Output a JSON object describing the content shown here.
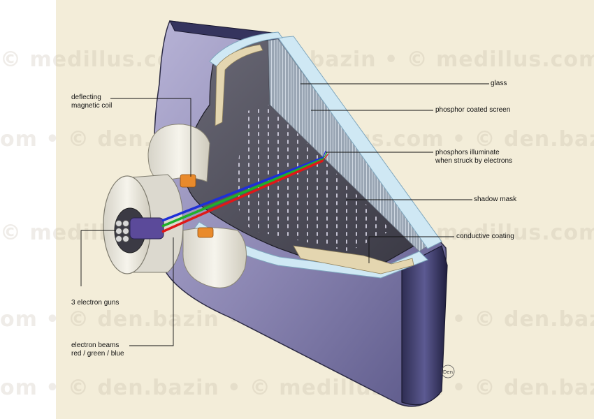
{
  "watermark_rows": [
    "© medillus.com • © den.bazin • © medillus.com",
    "om • © den.bazin • © medillus.com • © den.bazin",
    "© medillus.com • © den.bazin • © medillus.com •",
    "om • © den.bazin • © medillus.com • © den.bazi",
    "om • © den.bazin • © medillus.com • © den.bazin"
  ],
  "labels": {
    "glass": "glass",
    "phosphor_screen": "phosphor coated screen",
    "phosphors_line1": "phosphors illuminate",
    "phosphors_line2": "when struck by electrons",
    "shadow_mask": "shadow mask",
    "conductive_coating": "conductive coating",
    "deflecting_line1": "deflecting",
    "deflecting_line2": "magnetic coil",
    "electron_guns": "3 electron guns",
    "beams_line1": "electron beams",
    "beams_line2": "red / green / blue"
  },
  "signature": "Den",
  "colors": {
    "panel": "#f3edd9",
    "housing": "#8c87b3",
    "housing_dark": "#4c4a78",
    "interior": "#4d4c58",
    "glass_edge": "#cfe8f4",
    "beam_red": "#e01818",
    "beam_green": "#1fb02a",
    "beam_blue": "#1e2fd8",
    "coil": "#e9e6dc",
    "coil_orange": "#e98a2b"
  }
}
